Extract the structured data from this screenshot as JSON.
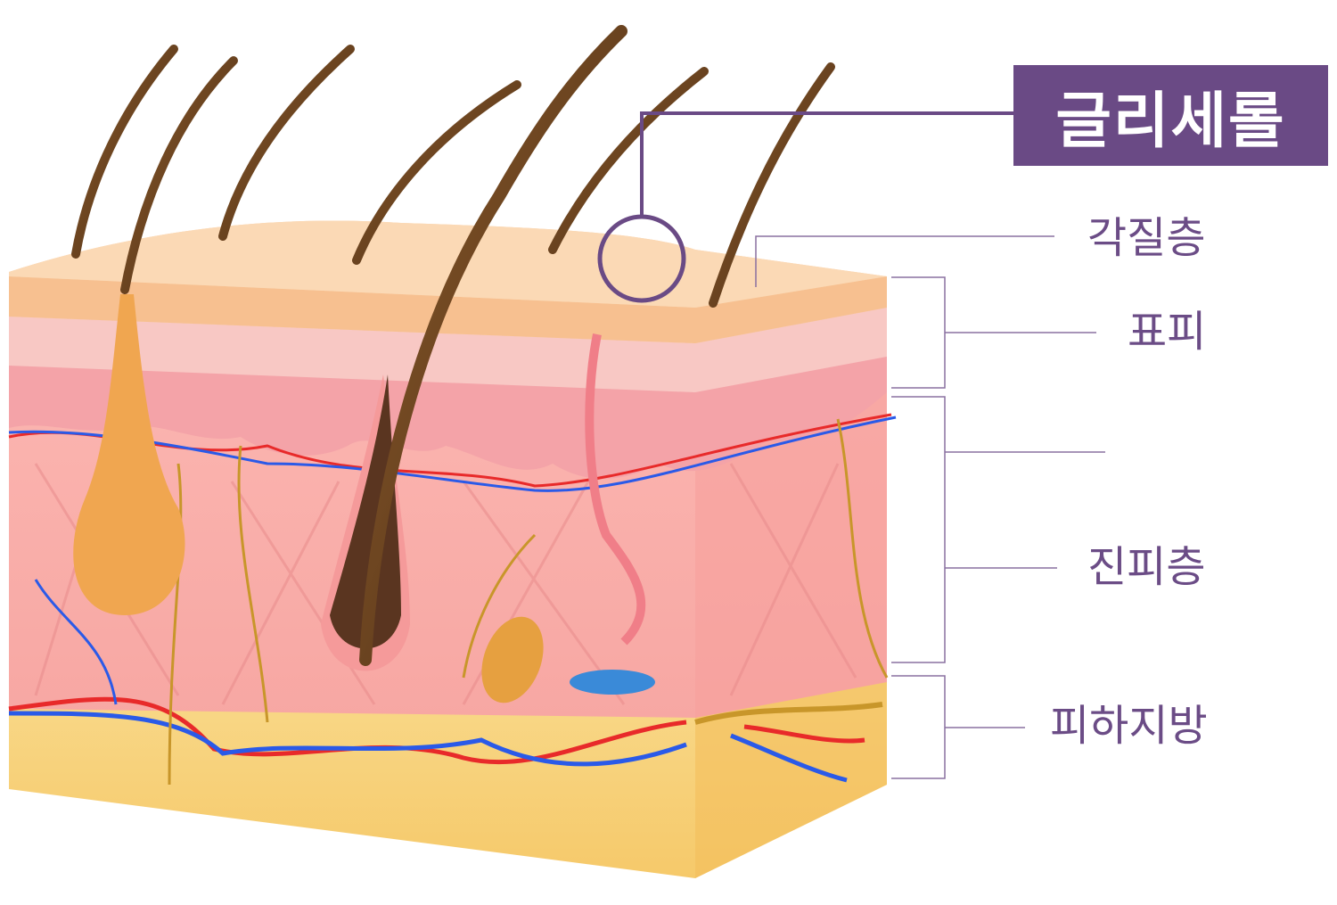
{
  "callout": {
    "label": "글리세롤"
  },
  "layers": [
    {
      "id": "stratum-corneum",
      "label": "각질층"
    },
    {
      "id": "epidermis",
      "label": "표피"
    },
    {
      "id": "dermis",
      "label": "진피층"
    },
    {
      "id": "subcutaneous-fat",
      "label": "피하지방"
    }
  ],
  "colors": {
    "accent": "#6a4a85",
    "label": "#6b4c86"
  }
}
